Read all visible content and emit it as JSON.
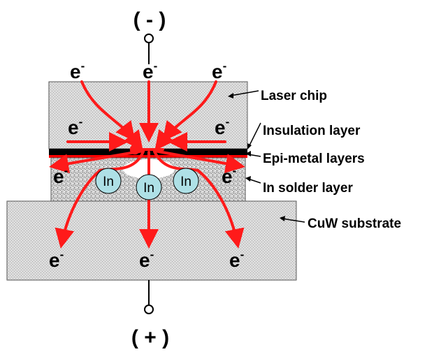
{
  "terminals": {
    "negative": "( - )",
    "positive": "( + )"
  },
  "electron": {
    "symbol": "e",
    "charge": "-"
  },
  "ion": "In",
  "labels": {
    "laser_chip": "Laser chip",
    "insulation_layer": "Insulation layer",
    "epi_metal_layers": "Epi-metal layers",
    "in_solder_layer": "In solder layer",
    "cuw_substrate": "CuW substrate"
  },
  "colors": {
    "arrow": "#ff1a1a",
    "ion_fill": "#aee0e6",
    "insulation": "#000000",
    "epi_metal": "#ff0000"
  }
}
